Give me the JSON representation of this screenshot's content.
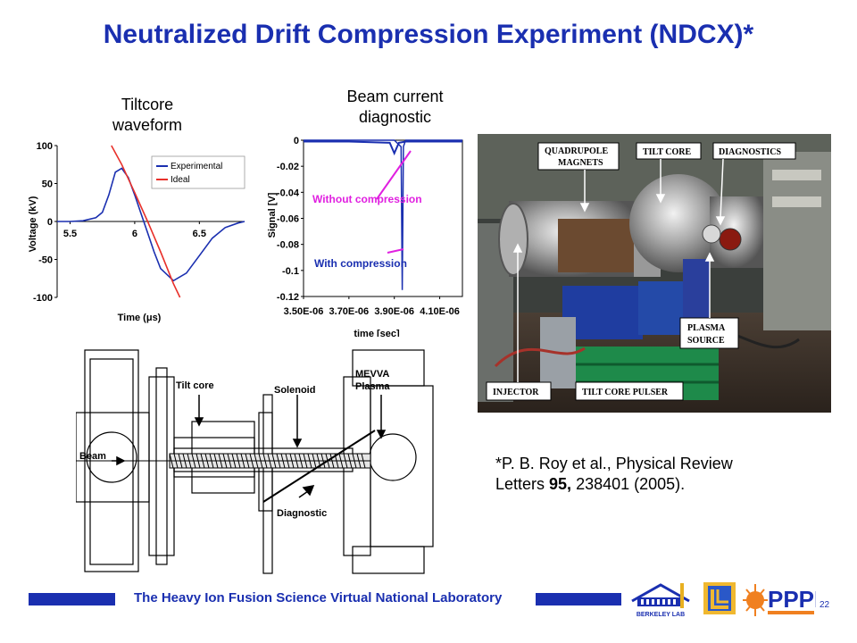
{
  "title": "Neutralized Drift Compression Experiment (NDCX)*",
  "captions": {
    "tiltcore_line1": "Tiltcore",
    "tiltcore_line2": "waveform",
    "beam_line1": "Beam current",
    "beam_line2": "diagnostic"
  },
  "chart_data": [
    {
      "type": "line",
      "ylabel": "Voltage (kV)",
      "xlabel": "Time (μs)",
      "xlim": [
        5.4,
        6.85
      ],
      "ylim": [
        -100,
        100
      ],
      "x_ticks": [
        "5.5",
        "6",
        "6.5"
      ],
      "y_ticks": [
        "100",
        "50",
        "0",
        "-50",
        "-100"
      ],
      "grid": false,
      "legend_position": "top-right",
      "series": [
        {
          "name": "Experimental",
          "color": "#1a2fb0",
          "x": [
            5.4,
            5.5,
            5.6,
            5.7,
            5.75,
            5.8,
            5.85,
            5.9,
            5.95,
            6.0,
            6.05,
            6.1,
            6.15,
            6.2,
            6.3,
            6.4,
            6.5,
            6.6,
            6.7,
            6.8,
            6.85
          ],
          "y": [
            0,
            0,
            1,
            5,
            12,
            35,
            65,
            70,
            58,
            35,
            10,
            -15,
            -40,
            -62,
            -78,
            -68,
            -45,
            -22,
            -8,
            -2,
            0
          ]
        },
        {
          "name": "Ideal",
          "color": "#e8302a",
          "x": [
            5.82,
            5.9,
            6.0,
            6.1,
            6.2,
            6.3,
            6.35
          ],
          "y": [
            100,
            75,
            38,
            0,
            -40,
            -82,
            -100
          ]
        }
      ]
    },
    {
      "type": "line",
      "ylabel": "Signal [V]",
      "xlabel": "time [sec]",
      "xlim": [
        3.5e-06,
        4.2e-06
      ],
      "ylim": [
        -0.12,
        0.0
      ],
      "x_ticks": [
        "3.50E-06",
        "3.70E-06",
        "3.90E-06",
        "4.10E-06"
      ],
      "y_ticks": [
        "0",
        "-0.02",
        "-0.04",
        "-0.06",
        "-0.08",
        "-0.1",
        "-0.12"
      ],
      "grid": false,
      "annotations": [
        "Without compression",
        "With compression"
      ],
      "series": [
        {
          "name": "Without compression",
          "color": "#1a2fb0",
          "x": [
            3.5e-06,
            3.7e-06,
            3.88e-06,
            3.9e-06,
            3.92e-06,
            3.95e-06,
            4.1e-06,
            4.2e-06
          ],
          "y": [
            -0.001,
            -0.001,
            -0.002,
            -0.01,
            -0.002,
            -0.001,
            -0.001,
            -0.001
          ]
        },
        {
          "name": "With compression",
          "color": "#1a2fb0",
          "x": [
            3.5e-06,
            3.9e-06,
            3.93e-06,
            3.935e-06,
            3.94e-06,
            3.95e-06,
            4.2e-06
          ],
          "y": [
            0,
            0,
            -0.005,
            -0.115,
            -0.005,
            0,
            0
          ]
        }
      ]
    }
  ],
  "photo_labels": {
    "quadrupole_line1": "QUADRUPOLE",
    "quadrupole_line2": "MAGNETS",
    "tilt_core": "TILT CORE",
    "diagnostics": "DIAGNOSTICS",
    "plasma_line1": "PLASMA",
    "plasma_line2": "SOURCE",
    "injector": "INJECTOR",
    "pulser": "TILT CORE PULSER"
  },
  "diagram_labels": {
    "tilt_core": "Tilt core",
    "solenoid": "Solenoid",
    "mevva_line1": "MEVVA",
    "mevva_line2": "Plasma",
    "beam": "Beam",
    "diagnostic": "Diagnostic"
  },
  "reference": {
    "part1": "*P. B. Roy et al., Physical Review Letters ",
    "volume": "95,",
    "part2": " 238401 (2005)."
  },
  "footer": {
    "text": "The Heavy Ion Fusion Science Virtual National Laboratory",
    "page_number": "22",
    "logo_pppl": "PPPL",
    "logo_berkeley": "BERKELEY LAB",
    "colors": {
      "primary": "#1a2fb0",
      "ideal": "#e8302a",
      "annotation": "#e020e0"
    }
  }
}
